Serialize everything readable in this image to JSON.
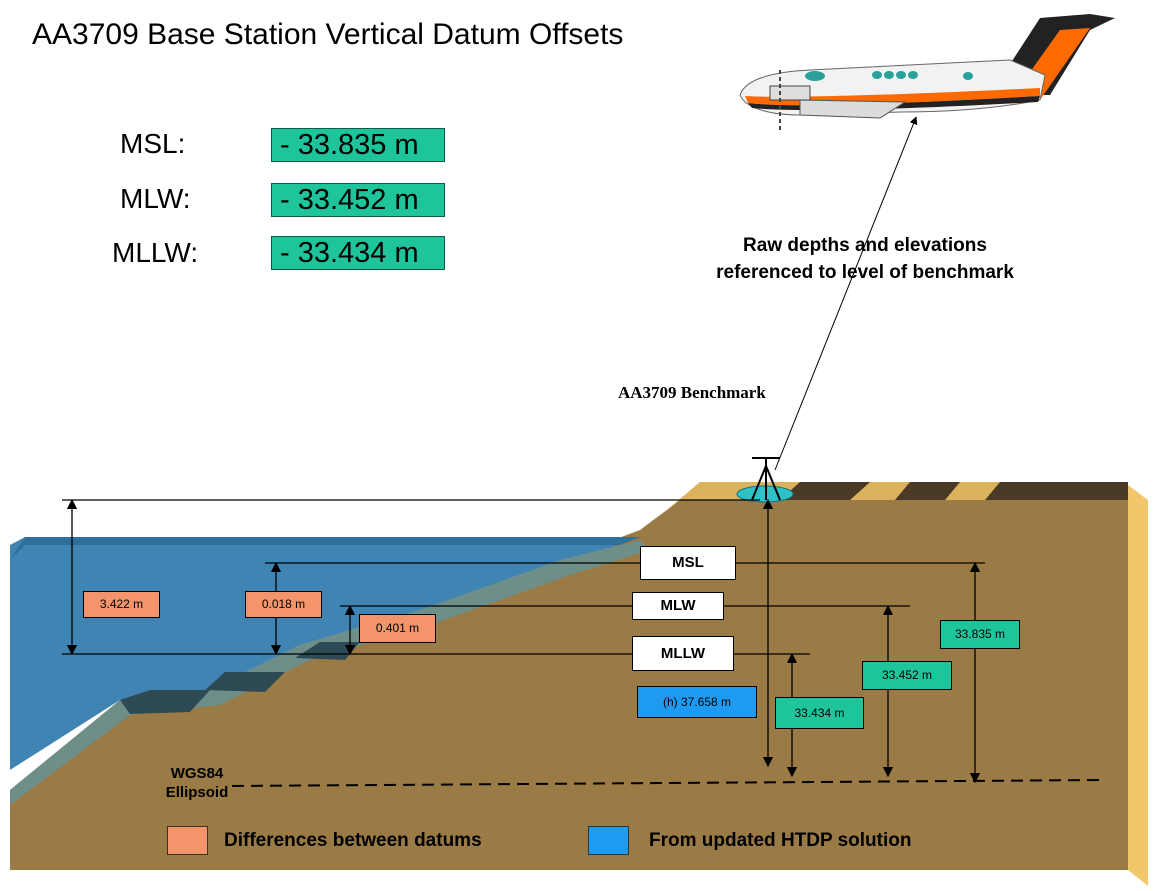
{
  "title": "AA3709 Base Station Vertical Datum Offsets",
  "offsets": [
    {
      "label": "MSL:",
      "value": "-  33.835 m"
    },
    {
      "label": "MLW:",
      "value": "- 33.452 m"
    },
    {
      "label": "MLLW:",
      "value": "  - 33.434 m"
    }
  ],
  "note": {
    "line1": "Raw depths and elevations",
    "line2": "referenced to level of benchmark"
  },
  "benchmark_label": "AA3709 Benchmark",
  "datums": {
    "msl": "MSL",
    "mlw": "MLW",
    "mllw": "MLLW"
  },
  "differences": {
    "a": "3.422 m",
    "b": "0.018 m",
    "c": "0.401 m"
  },
  "heights": {
    "msl": "33.835 m",
    "mlw": "33.452 m",
    "mllw": "33.434 m"
  },
  "ellipsoid_height": "(h) 37.658 m",
  "ellipsoid": {
    "line1": "WGS84",
    "line2": "Ellipsoid"
  },
  "legend": [
    {
      "label": "Differences between datums",
      "color": "#f4946a"
    },
    {
      "label": "From updated HTDP solution",
      "color": "#1e9bf0"
    }
  ],
  "colors": {
    "value_box": "#1fc59a",
    "ground": "#9a7a45",
    "water": "#3f84b3"
  }
}
